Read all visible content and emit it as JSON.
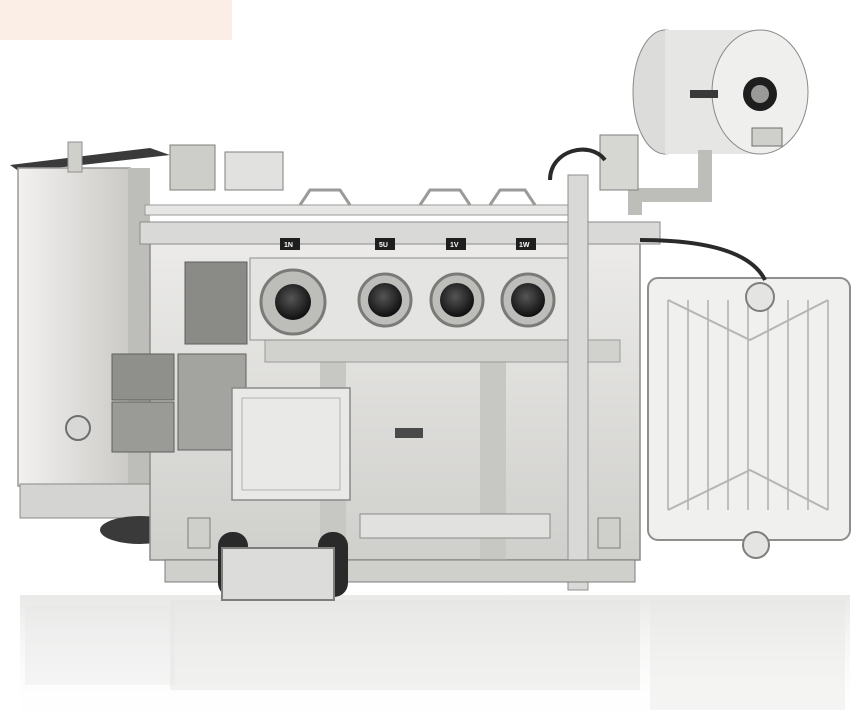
{
  "image": {
    "subject": "electrical-transformer",
    "background_color": "#ffffff",
    "body_color": "#dcdcda",
    "shadow_color": "#8c8c8a",
    "dark_color": "#1e1e1e",
    "accent_band_color": "#fbeee6"
  },
  "labels": {
    "tag_1": "1N",
    "tag_2": "5U",
    "tag_3": "1V",
    "tag_4": "1W"
  }
}
